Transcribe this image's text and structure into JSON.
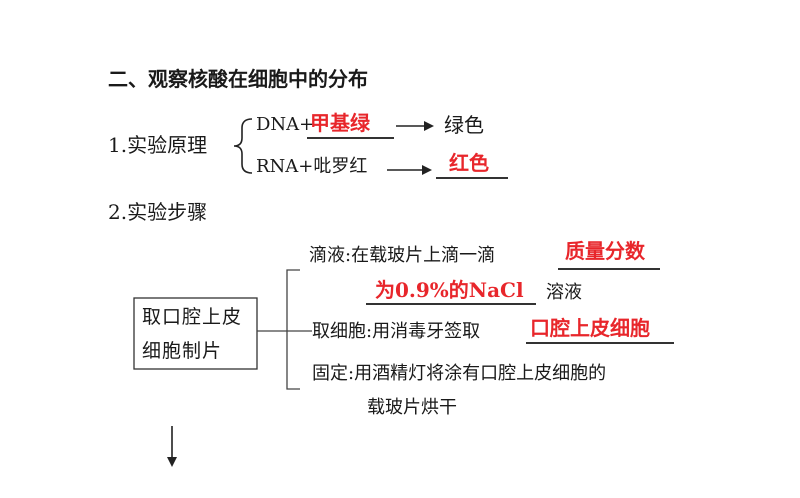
{
  "section_title": "二、观察核酸在细胞中的分布",
  "principle": {
    "label": "1.实验原理",
    "row1_prefix": "DNA+",
    "row1_blank": "甲基绿",
    "row1_result": "绿色",
    "row2_prefix": "RNA+吡罗红",
    "row2_blank": "红色"
  },
  "steps": {
    "label": "2.实验步骤",
    "box_line1": "取口腔上皮",
    "box_line2": "细胞制片",
    "drip_text": "滴液:在载玻片上滴一滴",
    "drip_blank1": "质量分数",
    "drip_blank2": "为0.9%的NaCl",
    "drip_suffix": "溶液",
    "take_text": "取细胞:用消毒牙签取",
    "take_blank": "口腔上皮细胞",
    "fix_line1": "固定:用酒精灯将涂有口腔上皮细胞的",
    "fix_line2": "载玻片烘干"
  },
  "colors": {
    "text": "#1a1a1a",
    "answer": "#e8262b"
  }
}
